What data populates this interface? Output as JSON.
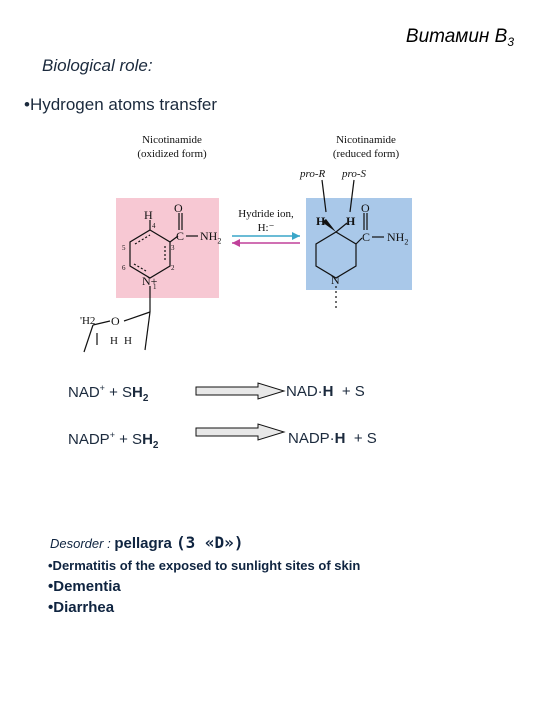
{
  "title": {
    "main": "Витамин В",
    "sub": "3"
  },
  "subtitle": "Biological role:",
  "bullet_top": "•Hydrogen atoms transfer",
  "figure": {
    "label_oxidized_1": "Nicotinamide",
    "label_oxidized_2": "(oxidized form)",
    "label_reduced_1": "Nicotinamide",
    "label_reduced_2": "(reduced form)",
    "pro_r": "pro-R",
    "pro_s": "pro-S",
    "hydride_1": "Hydride ion,",
    "hydride_2": "H:⁻",
    "ox_H": "H",
    "ox_O": "O",
    "ox_C": "C",
    "ox_NH2": "NH",
    "ox_NH2_sub": "2",
    "ox_N": "N+",
    "ox_n4": "4",
    "ox_n5": "5",
    "ox_n3": "3",
    "ox_n6": "6",
    "ox_n2": "2",
    "ox_n1": "1",
    "sugar_H2": "'H2",
    "sugar_O": "O",
    "sugar_H_left": "H",
    "sugar_H_right": "H",
    "red_H1": "H",
    "red_H2": "H",
    "red_O": "O",
    "red_C": "C",
    "red_NH2": "NH",
    "red_NH2_sub": "2",
    "red_N": "N",
    "colors": {
      "oxidized_box": "#f7c8d3",
      "reduced_box": "#a9c8e9",
      "arrow_forward": "#3aa6c8",
      "arrow_back": "#c0409a"
    }
  },
  "equations": [
    {
      "left_pre": "NAD",
      "left_sup": "+",
      "left_mid": " + S",
      "left_h": "H",
      "left_sub": "2",
      "right_pre": "NAD·",
      "right_h": "H",
      "right_post": "  + S"
    },
    {
      "left_pre": "NADP",
      "left_sup": "+",
      "left_mid": " + S",
      "left_h": "H",
      "left_sub": "2",
      "right_pre": "NADP·",
      "right_h": "H",
      "right_post": "  + S"
    }
  ],
  "disorder": {
    "label": "Desorder : ",
    "name": "pellagra ",
    "d_count": "(3 «D»)"
  },
  "symptoms": [
    "•Dermatitis of the exposed to sunlight sites of skin",
    "•Dementia",
    "•Diarrhea"
  ]
}
